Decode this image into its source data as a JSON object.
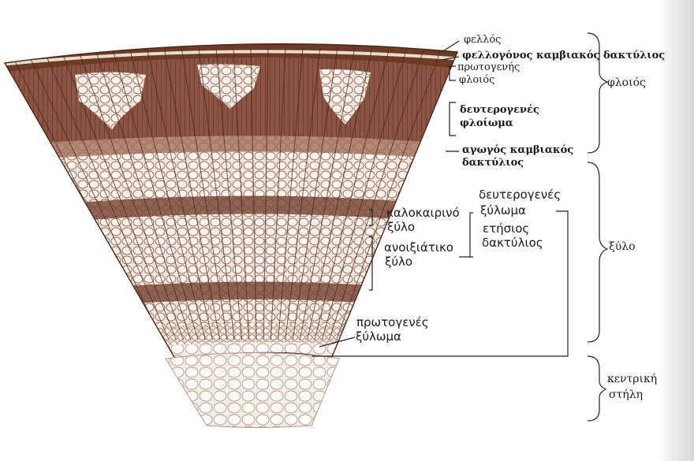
{
  "labels": {
    "fellos": "φελλός",
    "fellogonos": "φελλογόνος καμβιακός δακτύλιος",
    "protogenis_1": "πρωτογενής",
    "protogenis_2": "φλοιός",
    "floios_group": "φλοιός",
    "deuterogenes_floioma_1": "δευτερογενές",
    "deuterogenes_floioma_2": "φλοίωμα",
    "agogos_1": "αγωγός καμβιακός",
    "agogos_2": "δακτύλιος",
    "deuterogenes_xyloma_1": "δευτερογενές",
    "deuterogenes_xyloma_2": "ξύλωμα",
    "kalokairino_1": "καλοκαιρινό",
    "kalokairino_2": "ξύλο",
    "etisios_1": "ετήσιος",
    "etisios_2": "δακτύλιος",
    "anoixiatiko_1": "ανοιξιάτικο",
    "anoixiatiko_2": "ξύλο",
    "xylo_group": "ξύλο",
    "protogenes_xyloma_1": "πρωτογενές",
    "protogenes_xyloma_2": "ξύλωμα",
    "kentriki_1": "κεντρική",
    "kentriki_2": "στήλη"
  },
  "colors": {
    "bark": "#6e3b26",
    "phloem": "#8a5240",
    "latewood": "#7b4a3a",
    "earlywood": "#efe2d6",
    "pith": "#f3ebe2",
    "line": "#222222"
  }
}
